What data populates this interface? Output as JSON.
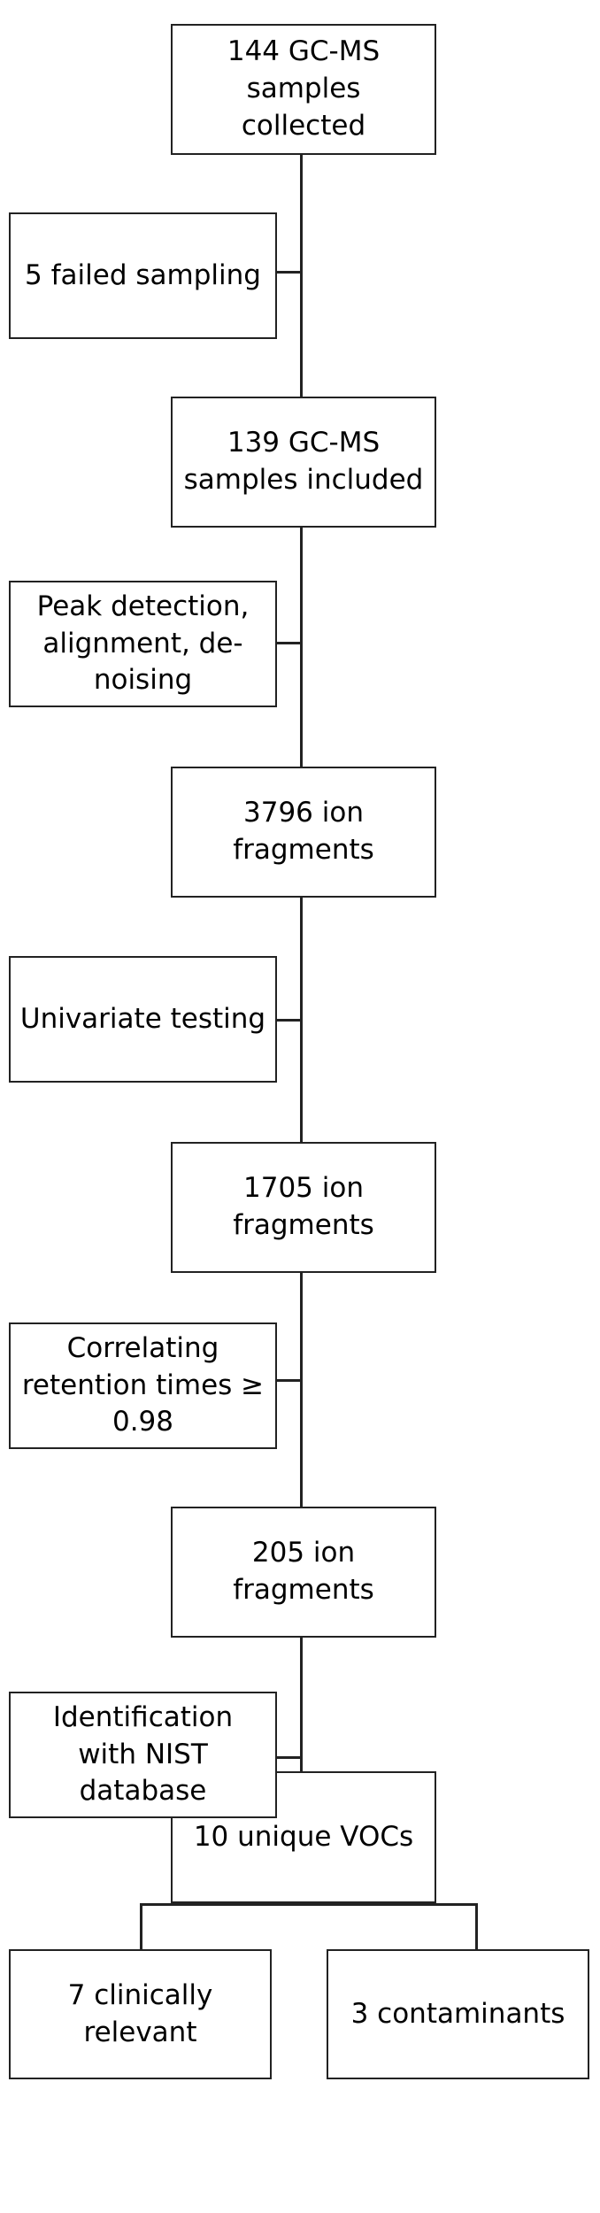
{
  "diagram": {
    "main_steps": [
      {
        "id": "collected",
        "line1": "144 GC-MS",
        "line2": "samples collected"
      },
      {
        "id": "included",
        "line1": "139 GC-MS",
        "line2": "samples included"
      },
      {
        "id": "ion3796",
        "line1": "3796 ion",
        "line2": "fragments"
      },
      {
        "id": "ion1705",
        "line1": "1705 ion",
        "line2": "fragments"
      },
      {
        "id": "ion205",
        "line1": "205 ion",
        "line2": "fragments"
      },
      {
        "id": "vocs",
        "line1": "10 unique VOCs",
        "line2": ""
      }
    ],
    "side_steps": [
      {
        "id": "failed",
        "lines": [
          "5 failed sampling"
        ]
      },
      {
        "id": "peak",
        "lines": [
          "Peak detection,",
          "alignment, de-",
          "noising"
        ]
      },
      {
        "id": "univariate",
        "lines": [
          "Univariate testing"
        ]
      },
      {
        "id": "correlating",
        "lines": [
          "Correlating",
          "retention times ≥",
          "0.98"
        ]
      },
      {
        "id": "identification",
        "lines": [
          "Identification",
          "with NIST",
          "database"
        ]
      }
    ],
    "outcomes": [
      {
        "id": "clinical",
        "lines": [
          "7 clinically",
          "relevant"
        ]
      },
      {
        "id": "contaminants",
        "lines": [
          "3 contaminants"
        ]
      }
    ]
  }
}
